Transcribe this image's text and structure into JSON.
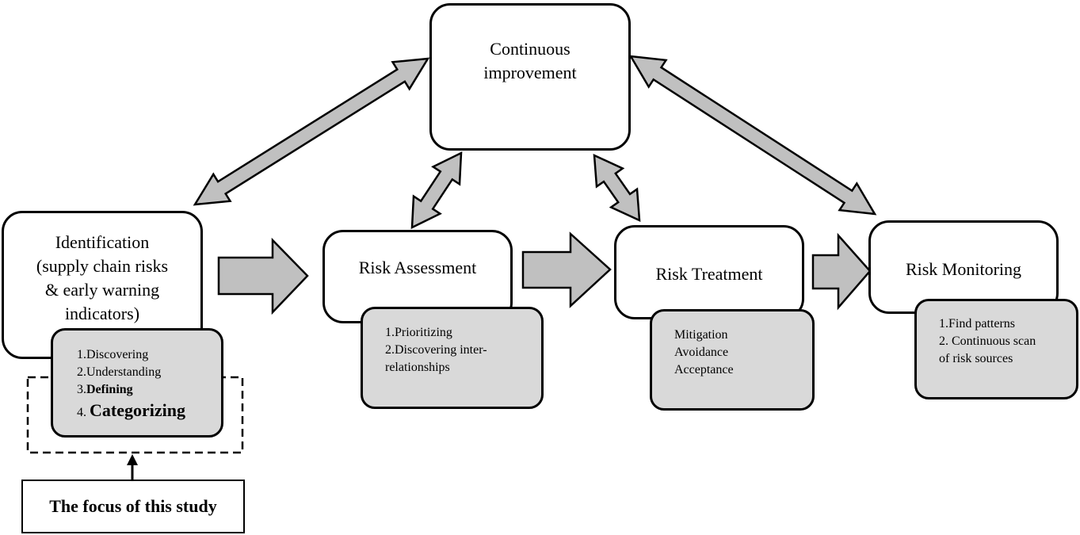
{
  "continuous": {
    "line1": "Continuous",
    "line2": "improvement"
  },
  "identification": {
    "line1": "Identification",
    "line2": "(supply chain risks",
    "line3": "& early warning",
    "line4": "indicators)",
    "steps": {
      "s1": "1.Discovering",
      "s2": "2.Understanding",
      "s3_num": "3.",
      "s3_label": "Defining",
      "s4_num": "4.",
      "s4_label": "Categorizing"
    }
  },
  "assessment": {
    "title": "Risk Assessment",
    "items": {
      "i1": "1.Prioritizing",
      "i2": "2.Discovering inter-",
      "i3": "relationships"
    }
  },
  "treatment": {
    "title": "Risk Treatment",
    "items": {
      "i1": "Mitigation",
      "i2": "Avoidance",
      "i3": "Acceptance"
    }
  },
  "monitoring": {
    "title": "Risk Monitoring",
    "items": {
      "i1": "1.Find patterns",
      "i2": "2. Continuous scan",
      "i3": "of risk sources"
    }
  },
  "focus_label": "The focus of this study",
  "colors": {
    "arrow_fill": "#c0c0c0",
    "sub_fill": "#d9d9d9",
    "stroke": "#000000"
  }
}
